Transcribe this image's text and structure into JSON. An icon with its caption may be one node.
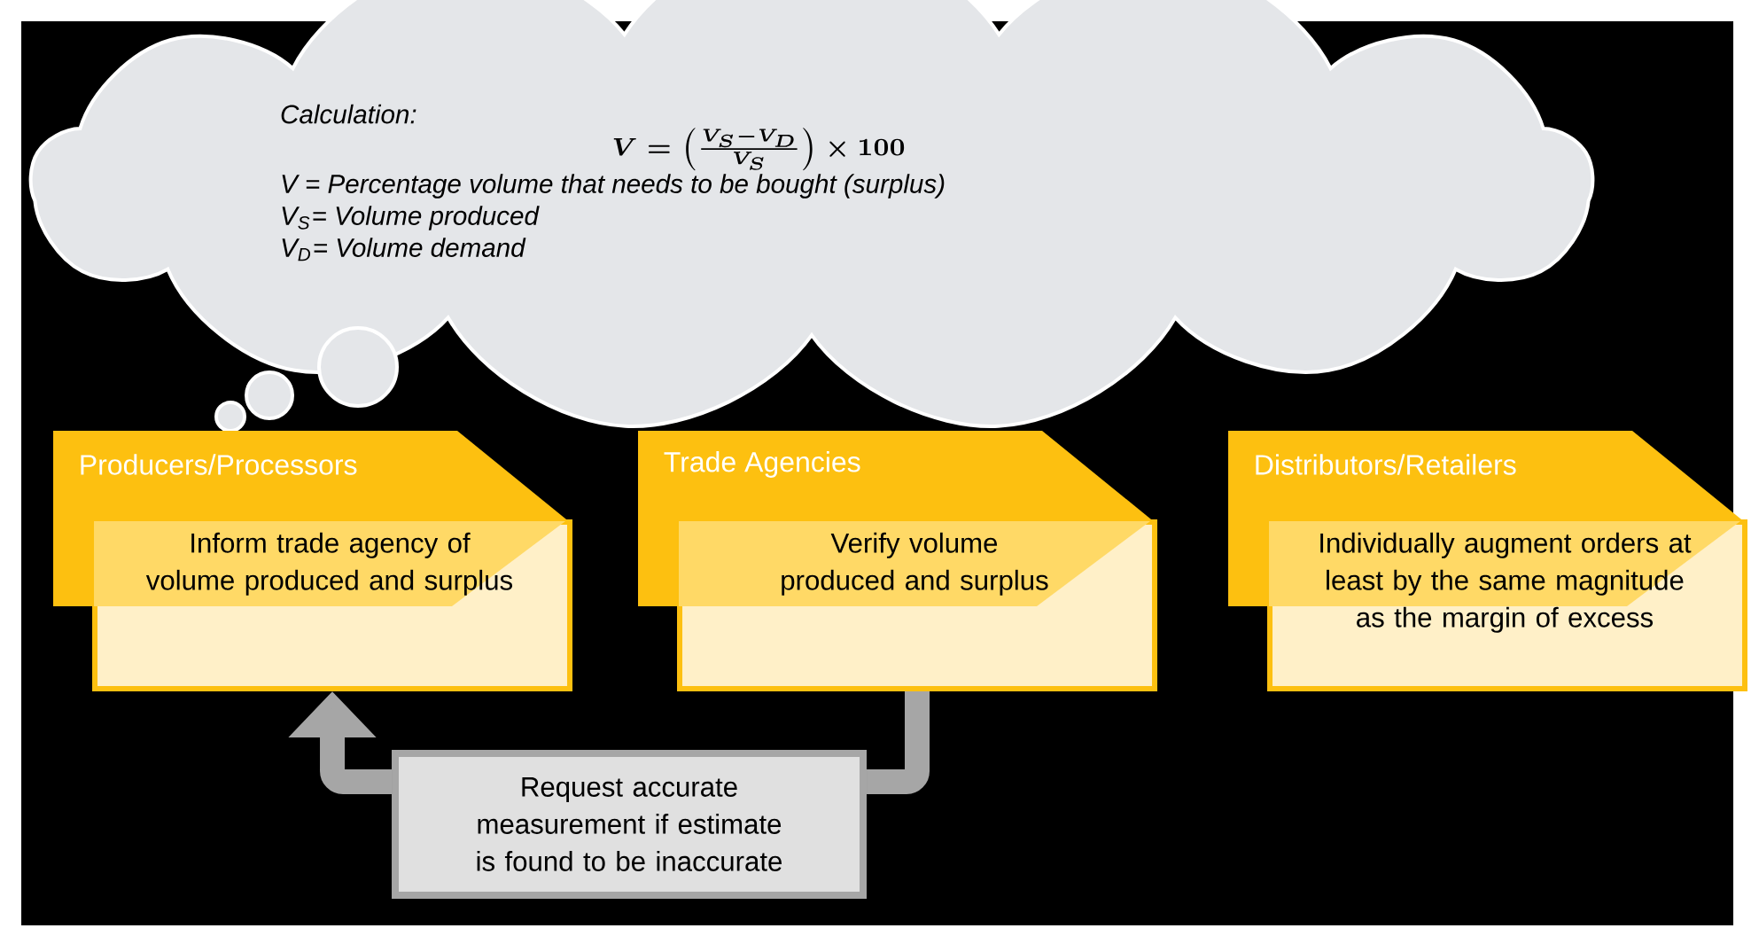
{
  "diagram": {
    "nodes": [
      {
        "text": [
          "Calculation:",
          "V = \\left(\\frac{V_S - V_D}{V_S}\\right) \\times 100",
          "V = Percentage volume that needs to be bought (surplus)",
          "V$_{S}$= Volume produced",
          "V$_{D}$= Volume demand"
        ]
      },
      {
        "text": [
          "Producers/Processors",
          "Inform trade agency of volume produced and surplus"
        ]
      },
      {
        "text": [
          "Trade Agencies",
          "Verify volume produced and surplus"
        ]
      },
      {
        "text": [
          "Distributors/Retailers",
          "Individually augment orders at least by the same magnitude as the margin of excess"
        ]
      },
      {
        "text": [
          "Request accurate measurement if estimate is found to be inaccurate"
        ]
      }
    ],
    "edges": [
      {
        "from": 2,
        "to": 4,
        "arrow": "none"
      },
      {
        "from": 4,
        "to": 1,
        "arrow": "to"
      }
    ]
  }
}
